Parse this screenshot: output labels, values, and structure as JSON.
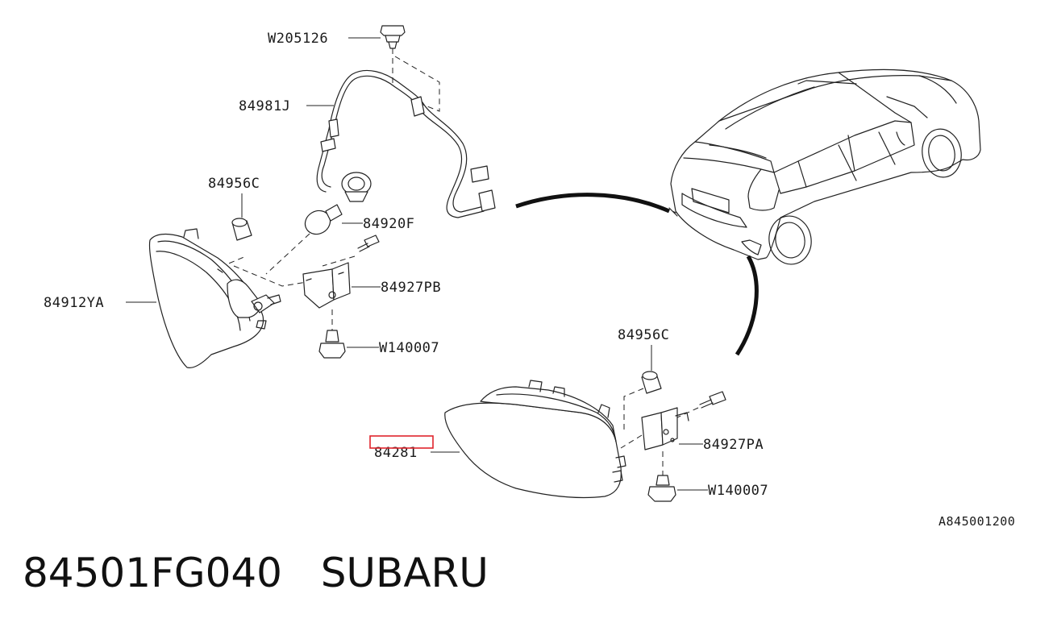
{
  "labels": {
    "w205126": "W205126",
    "p84981j": "84981J",
    "p84956c_top": "84956C",
    "p84920f": "84920F",
    "p84927pb": "84927PB",
    "p84912ya": "84912YA",
    "w140007_top": "W140007",
    "p84956c_bottom": "84956C",
    "p84281": "84281",
    "p84927pa": "84927PA",
    "w140007_bottom": "W140007"
  },
  "diagram_code": "A845001200",
  "caption": {
    "part_number": "84501FG040",
    "brand": "SUBARU"
  },
  "colors": {
    "highlight": "#e0242c",
    "ink": "#222222"
  }
}
